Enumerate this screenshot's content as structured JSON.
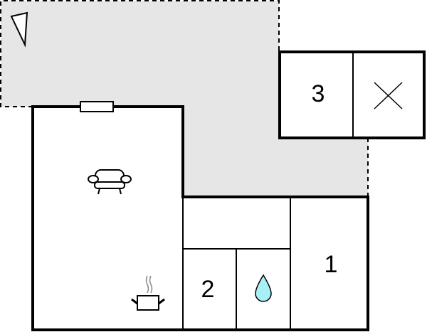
{
  "floorplan": {
    "colors": {
      "outdoor_fill": "#e6e6e6",
      "wall": "#000000",
      "room_fill": "#ffffff",
      "water_drop": "#a8f0f5"
    },
    "rooms": [
      {
        "id": "living-kitchen",
        "label": "",
        "icons": [
          "sofa-icon",
          "cooking-pot-icon"
        ]
      },
      {
        "id": "bedroom-1",
        "label": "1"
      },
      {
        "id": "bedroom-2",
        "label": "2"
      },
      {
        "id": "bedroom-3",
        "label": "3"
      },
      {
        "id": "bathroom",
        "label": "",
        "icons": [
          "water-drop-icon"
        ]
      },
      {
        "id": "hallway",
        "label": ""
      },
      {
        "id": "void-room",
        "label": "",
        "icons": [
          "cross-icon"
        ]
      }
    ],
    "outdoor": {
      "id": "terrace",
      "icons": [
        "north-arrow-icon"
      ]
    }
  }
}
